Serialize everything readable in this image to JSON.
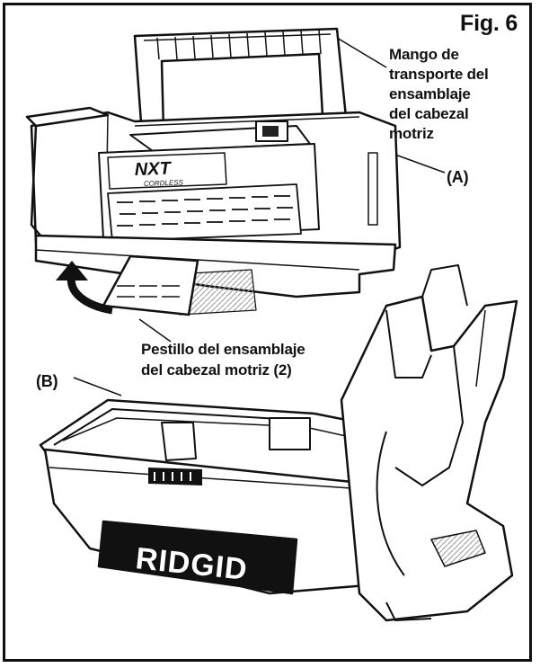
{
  "figure": {
    "title": "Fig. 6",
    "callouts": {
      "handle": "Mango de\ntransporte del\nensamblaje\ndel cabezal\nmotriz",
      "a": "(A)",
      "latch": "Pestillo del ensamblaje\ndel cabezal motriz (2)",
      "b": "(B)"
    },
    "device_logo": {
      "nxt": "NXT",
      "cordless": "CORDLESS",
      "brand": "RIDGID"
    }
  }
}
